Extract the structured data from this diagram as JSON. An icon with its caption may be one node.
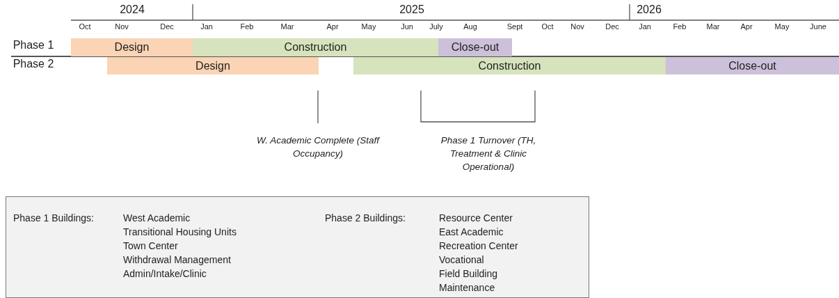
{
  "diagram": {
    "nodes": [
      {
        "text": [
          "Design"
        ]
      },
      {
        "text": [
          "Construction"
        ]
      },
      {
        "text": [
          "Close-out"
        ]
      },
      {
        "text": [
          "Design"
        ]
      },
      {
        "text": [
          "Construction"
        ]
      },
      {
        "text": [
          "Close-out"
        ]
      },
      {
        "text": [
          "Phase 1 Buildings:",
          "West Academic",
          "Transitional Housing Units",
          "Town Center",
          "Withdrawal Management",
          "Admin/Intake/Clinic",
          "Phase 2 Buildings:",
          "Resource Center",
          "East Academic",
          "Recreation Center",
          "Vocational",
          "Field Building",
          "Maintenance"
        ]
      }
    ],
    "labels": [
      "2024",
      "2025",
      "2026",
      "Oct",
      "Nov",
      "Dec",
      "Jan",
      "Feb",
      "Mar",
      "Apr",
      "May",
      "Jun",
      "July",
      "Aug",
      "Sept",
      "Oct",
      "Nov",
      "Dec",
      "Jan",
      "Feb",
      "Mar",
      "Apr",
      "May",
      "June",
      "Phase 1",
      "Phase 2",
      "W. Academic Complete (Staff Occupancy)",
      "Phase 1 Turnover (TH, Treatment & Clinic Operational)"
    ]
  }
}
